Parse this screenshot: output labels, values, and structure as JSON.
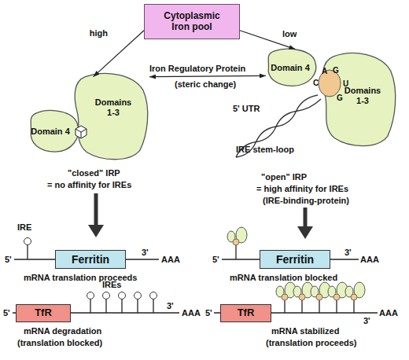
{
  "diagram": {
    "nodes": [
      {
        "text": [
          "Cytoplasmic Iron pool"
        ]
      },
      {
        "text": [
          "Domain 4"
        ]
      },
      {
        "text": [
          "Domains 1-3"
        ]
      },
      {
        "text": [
          "Domain 4"
        ]
      },
      {
        "text": [
          "Domains 1-3"
        ]
      },
      {
        "text": [
          "Ferritin"
        ]
      },
      {
        "text": [
          "TfR"
        ]
      },
      {
        "text": [
          "Ferritin"
        ]
      },
      {
        "text": [
          "TfR"
        ]
      }
    ],
    "edges": [
      {
        "from": 0,
        "to": 2,
        "label": "high",
        "arrow": "to"
      },
      {
        "from": 0,
        "to": 3,
        "label": "low",
        "arrow": "to"
      },
      {
        "from": 2,
        "to": 3,
        "arrow": "both"
      }
    ],
    "labels": [
      "Iron Regulatory Protein",
      "(steric change)",
      "\"closed\" IRP",
      "= no affinity for IREs",
      "IRE",
      "5'",
      "3'",
      "AAA",
      "mRNA translation proceeds",
      "IREs",
      "5'",
      "3'",
      "AAA",
      "mRNA degradation",
      "(translation blocked)",
      "C",
      "A",
      "G",
      "U",
      "G",
      "5' UTR",
      "IRE stem-loop",
      "\"open\" IRP",
      "= high affinity for IREs",
      "(IRE-binding-protein)",
      "5'",
      "3'",
      "AAA",
      "mRNA translation blocked",
      "5'",
      "3'",
      "AAA",
      "mRNA stabilized",
      "(translation proceeds)"
    ]
  }
}
